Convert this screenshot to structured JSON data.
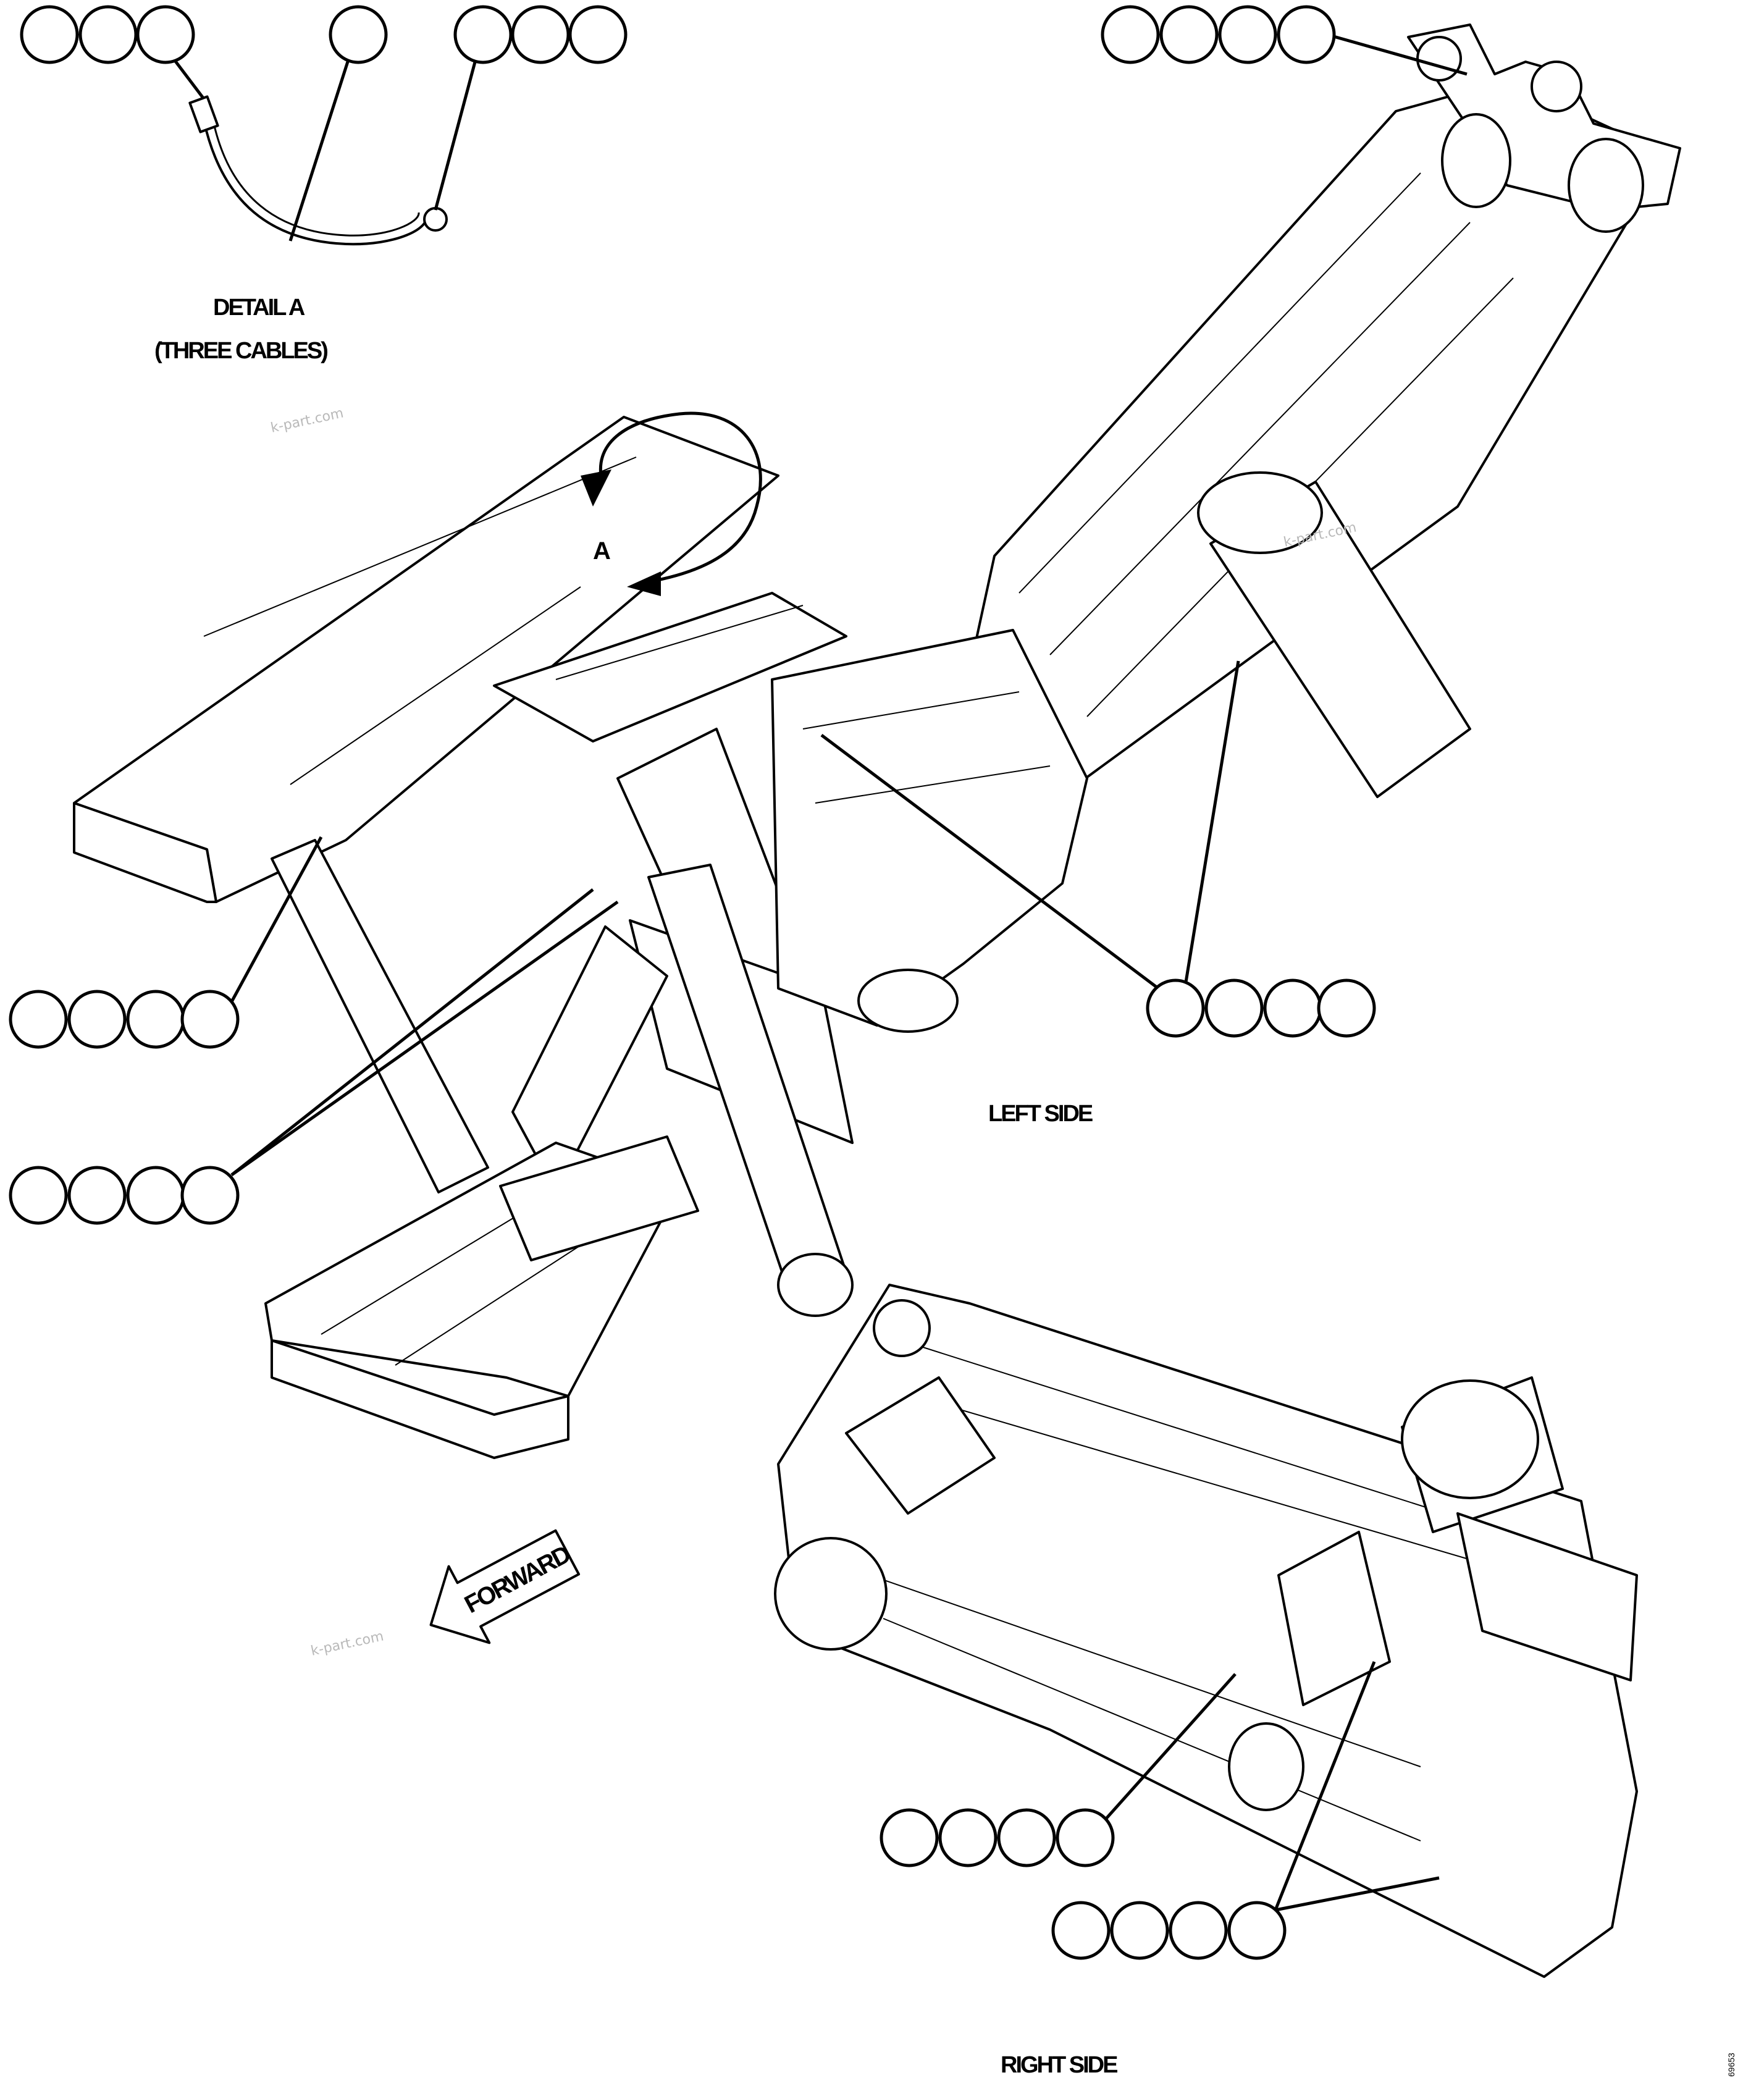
{
  "detail": {
    "title": "DETAIL A",
    "subtitle": "(THREE CABLES)",
    "view_marker": "A"
  },
  "views": {
    "left": "LEFT SIDE",
    "right": "RIGHT SIDE"
  },
  "direction_arrow": "FORWARD",
  "watermark": "k-part.com",
  "drawing_number": "69653",
  "callouts": [
    {
      "name": "callout-detail-cable-end-left",
      "count": 3
    },
    {
      "name": "callout-detail-cable",
      "count": 1
    },
    {
      "name": "callout-detail-cable-end-right",
      "count": 3
    },
    {
      "name": "callout-boom-top-right",
      "count": 4
    },
    {
      "name": "callout-left-upper",
      "count": 4
    },
    {
      "name": "callout-left-lower",
      "count": 4
    },
    {
      "name": "callout-center-right",
      "count": 4
    },
    {
      "name": "callout-right-side-upper",
      "count": 4
    },
    {
      "name": "callout-right-side-lower",
      "count": 4
    }
  ]
}
